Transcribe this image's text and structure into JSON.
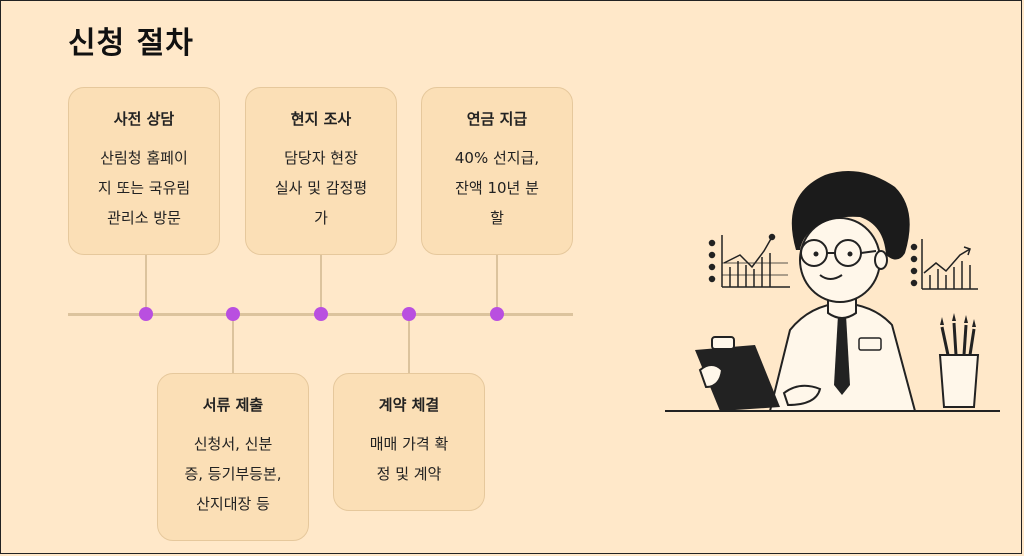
{
  "title": "신청 절차",
  "steps": [
    {
      "title": "사전 상담",
      "desc": "산림청 홈페이지 또는 국유림 관리소 방문",
      "lines": [
        "산림청 홈페이",
        "지 또는 국유림",
        "관리소 방문"
      ]
    },
    {
      "title": "서류 제출",
      "desc": "신청서, 신분증, 등기부등본, 산지대장 등",
      "lines": [
        "신청서, 신분",
        "증, 등기부등본,",
        "산지대장 등"
      ]
    },
    {
      "title": "현지 조사",
      "desc": "담당자 현장 실사 및 감정평가",
      "lines": [
        "담당자 현장",
        "실사 및 감정평",
        "가"
      ]
    },
    {
      "title": "계약 체결",
      "desc": "매매 가격 확정 및 계약",
      "lines": [
        "매매 가격 확",
        "정 및 계약"
      ]
    },
    {
      "title": "연금 지급",
      "desc": "40% 선지급, 잔액 10년 분할",
      "lines": [
        "40% 선지급,",
        "잔액 10년 분",
        "할"
      ]
    }
  ],
  "colors": {
    "background": "#ffe8c9",
    "card": "#fbdfb6",
    "dot": "#b94fe0",
    "line": "#dcc39d"
  },
  "illustration": "man-with-clipboard-and-charts"
}
